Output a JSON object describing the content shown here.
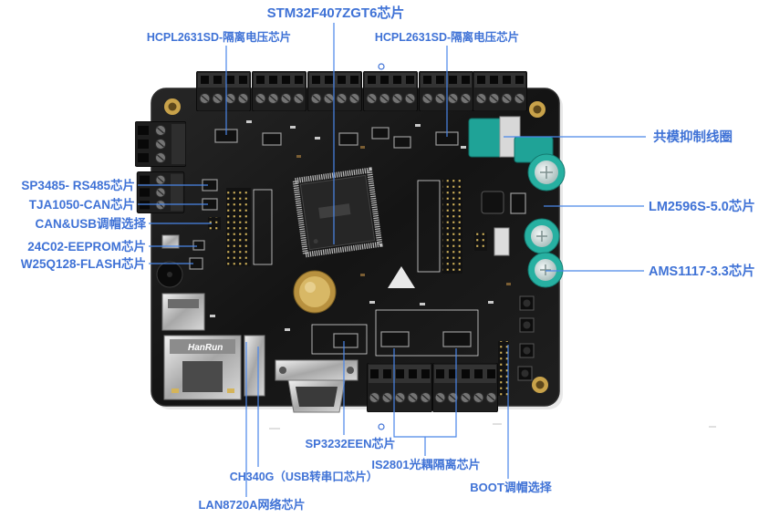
{
  "callouts": {
    "mcu": "STM32F407ZGT6芯片",
    "hcpl_left": "HCPL2631SD-隔离电压芯片",
    "hcpl_right": "HCPL2631SD-隔离电压芯片",
    "choke": "共模抑制线圈",
    "lm2596": "LM2596S-5.0芯片",
    "ams1117": "AMS1117-3.3芯片",
    "sp3485": "SP3485- RS485芯片",
    "tja1050": "TJA1050-CAN芯片",
    "can_usb": "CAN&USB调帽选择",
    "eeprom": "24C02-EEPROM芯片",
    "flash": "W25Q128-FLASH芯片",
    "sp3232": "SP3232EEN芯片",
    "is2801": "IS2801光耦隔离芯片",
    "boot": "BOOT调帽选择",
    "ch340g": "CH340G（USB转串口芯片）",
    "lan8720a": "LAN8720A网络芯片"
  },
  "board_marking": {
    "rj45_brand": "HanRun"
  },
  "colors": {
    "label": "#3f72d6",
    "line": "#4a86e8",
    "board": "#171717",
    "capacitor": "#27b0a1",
    "choke": "#1fa397"
  }
}
